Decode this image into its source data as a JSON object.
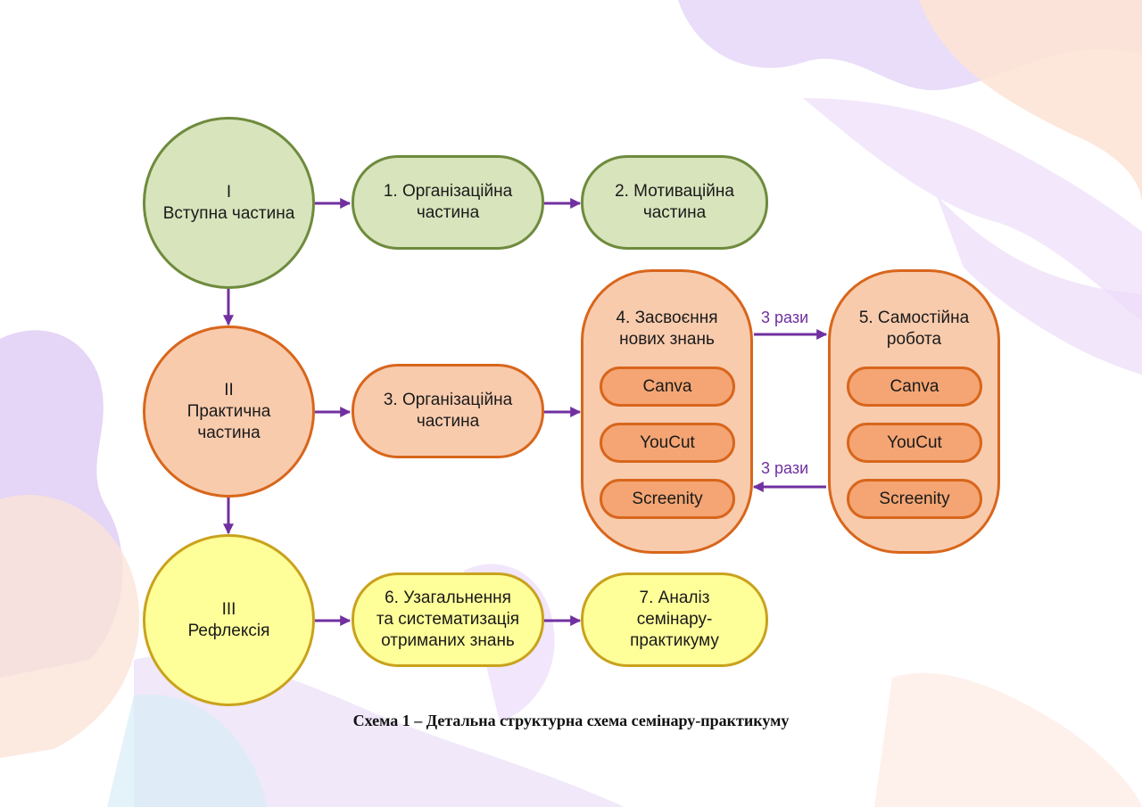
{
  "colors": {
    "green_fill": "#d8e4bc",
    "green_border": "#6e8b3d",
    "orange_fill": "#f8cbad",
    "orange_border": "#d8661c",
    "tool_fill": "#f4a573",
    "yellow_fill": "#ffff99",
    "yellow_border": "#c9a21d",
    "arrow": "#7030a0"
  },
  "stages": {
    "intro": {
      "text": "I\nВступна частина"
    },
    "practical": {
      "text": "II\nПрактична\nчастина"
    },
    "reflection": {
      "text": "III\nРефлексія"
    }
  },
  "steps": {
    "s1": "1. Організаційна\nчастина",
    "s2": "2. Мотиваційна\nчастина",
    "s3": "3. Організаційна\nчастина",
    "s4": "4. Засвоєння\nнових знань",
    "s5": "5. Самостійна\nробота",
    "s6": "6. Узагальнення\nта систематизація\nотриманих знань",
    "s7": "7. Аналіз\nсемінару-\nпрактикуму"
  },
  "tools": [
    "Canva",
    "YouCut",
    "Screenity"
  ],
  "loop_labels": {
    "forward": "3 рази",
    "back": "3 рази"
  },
  "caption": "Схема 1 – Детальна структурна схема семінару-практикуму"
}
